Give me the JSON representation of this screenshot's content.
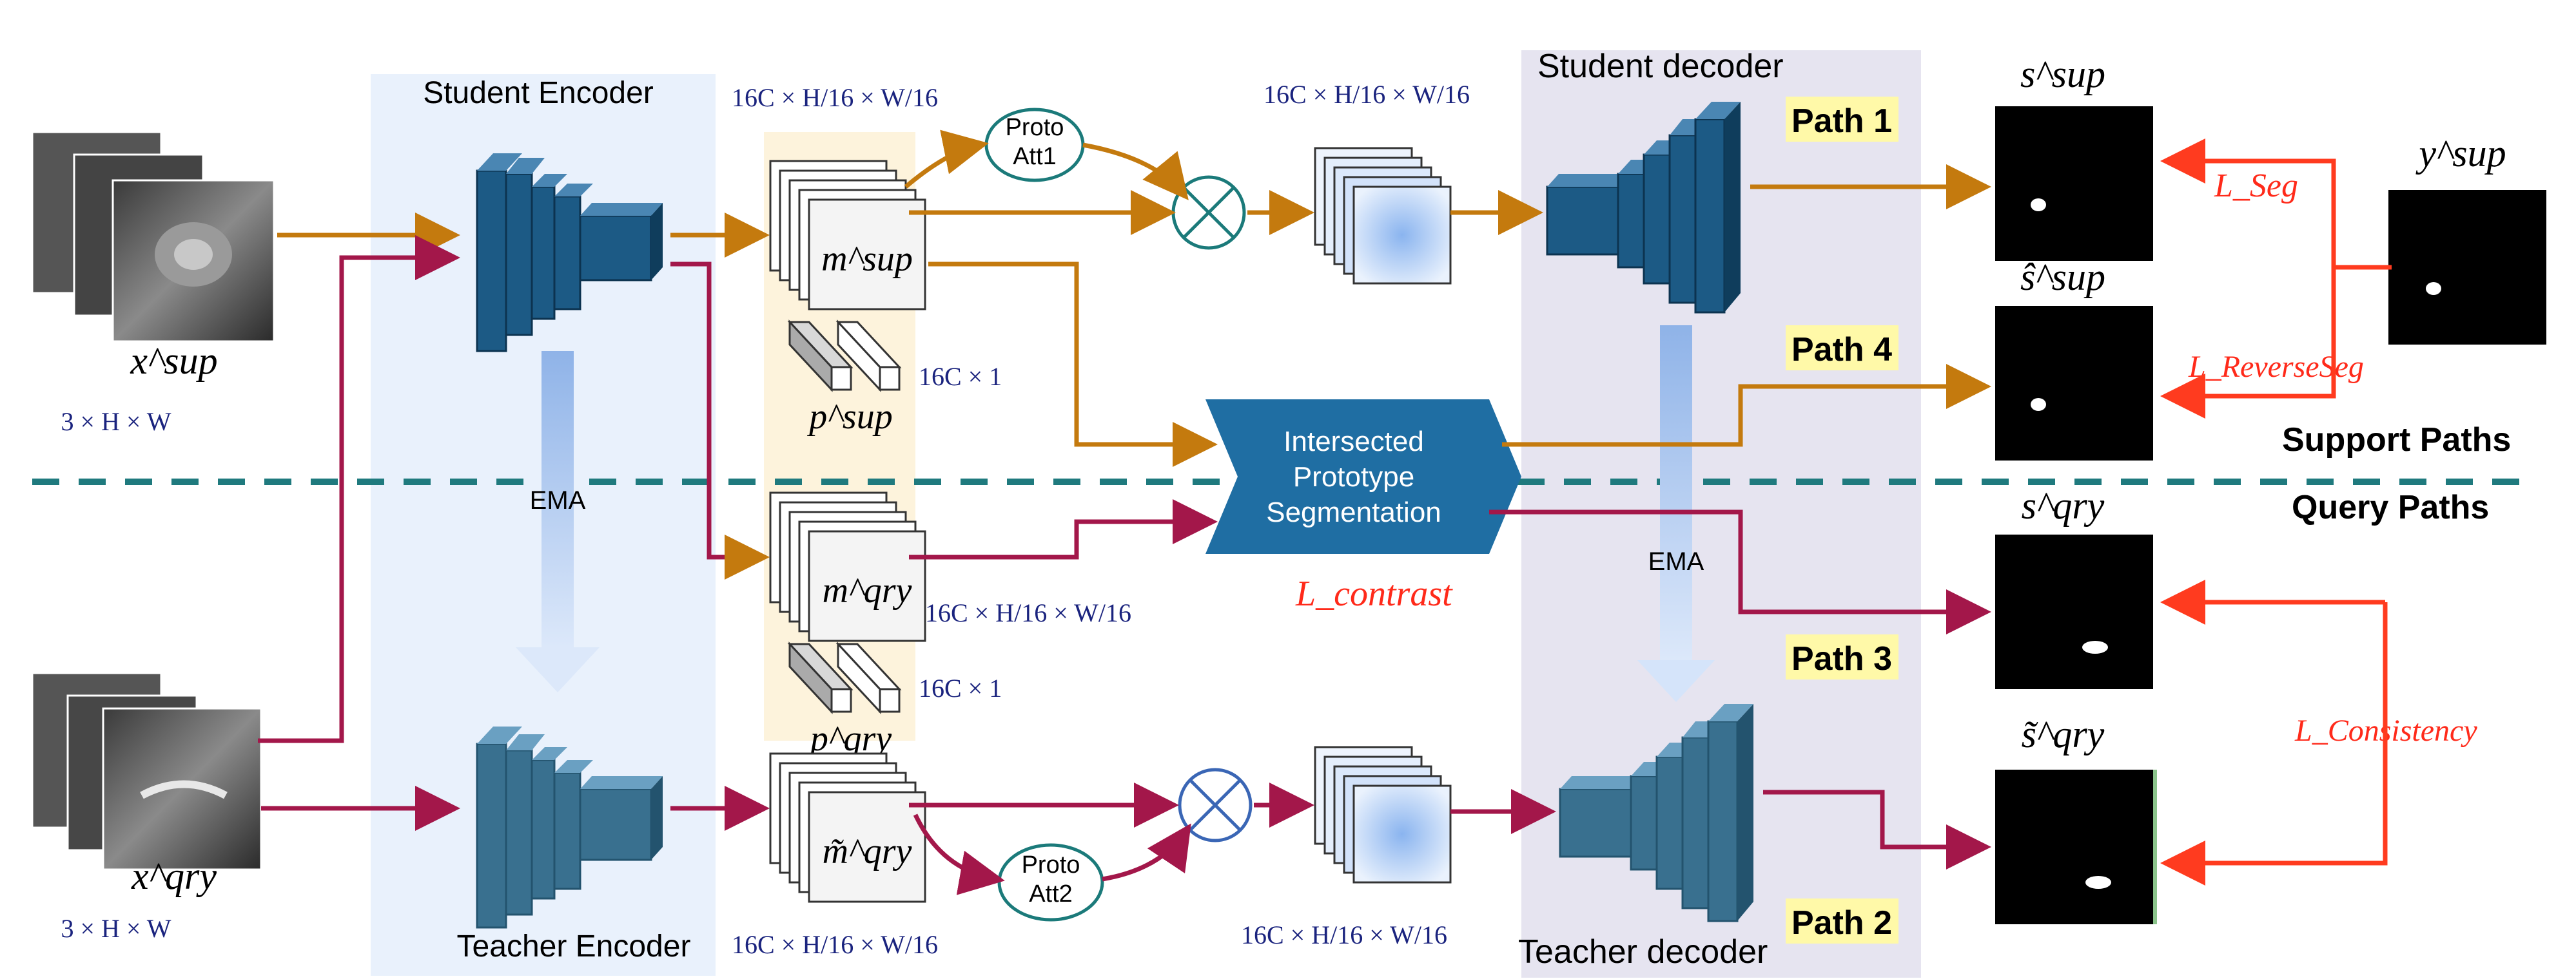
{
  "encoders": {
    "student": "Student Encoder",
    "teacher": "Teacher Encoder"
  },
  "decoders": {
    "student": "Student decoder",
    "teacher": "Teacher decoder"
  },
  "ema": "EMA",
  "inputs": {
    "support": "x^sup",
    "query": "x^qry",
    "dim": "3 × H × W"
  },
  "features": {
    "m_sup": "m^sup",
    "m_qry": "m^qry",
    "m_tilde_qry": "m̃^qry",
    "p_sup": "p^sup",
    "p_qry": "p^qry",
    "map_dim": "16C × H/16 × W/16",
    "proto_dim": "16C × 1"
  },
  "attention": {
    "att1": [
      "Proto",
      "Att1"
    ],
    "att2": [
      "Proto",
      "Att2"
    ]
  },
  "ips": [
    "Intersected",
    "Prototype",
    "Segmentation"
  ],
  "paths": [
    "Path 1",
    "Path 2",
    "Path 3",
    "Path 4"
  ],
  "outputs": {
    "s_sup": "s^sup",
    "s_hat_sup": "ŝ^sup",
    "y_sup": "y^sup",
    "s_qry": "s^qry",
    "s_tilde_qry": "s̃^qry"
  },
  "losses": {
    "seg": "L_Seg",
    "reverse": "L_ReverseSeg",
    "contrast": "L_contrast",
    "consistency": "L_Consistency"
  },
  "section_labels": {
    "support": "Support Paths",
    "query": "Query Paths"
  },
  "colors": {
    "support_arrow": "#c47a0e",
    "query_arrow": "#a3174a",
    "loss": "#ff3b1f",
    "encoder_bg": "#e9f1fc",
    "decoder_bg": "#e6e4f0",
    "block": "#1c5a85",
    "teacher_block": "#39708f",
    "dashed": "#1f7a7e"
  }
}
